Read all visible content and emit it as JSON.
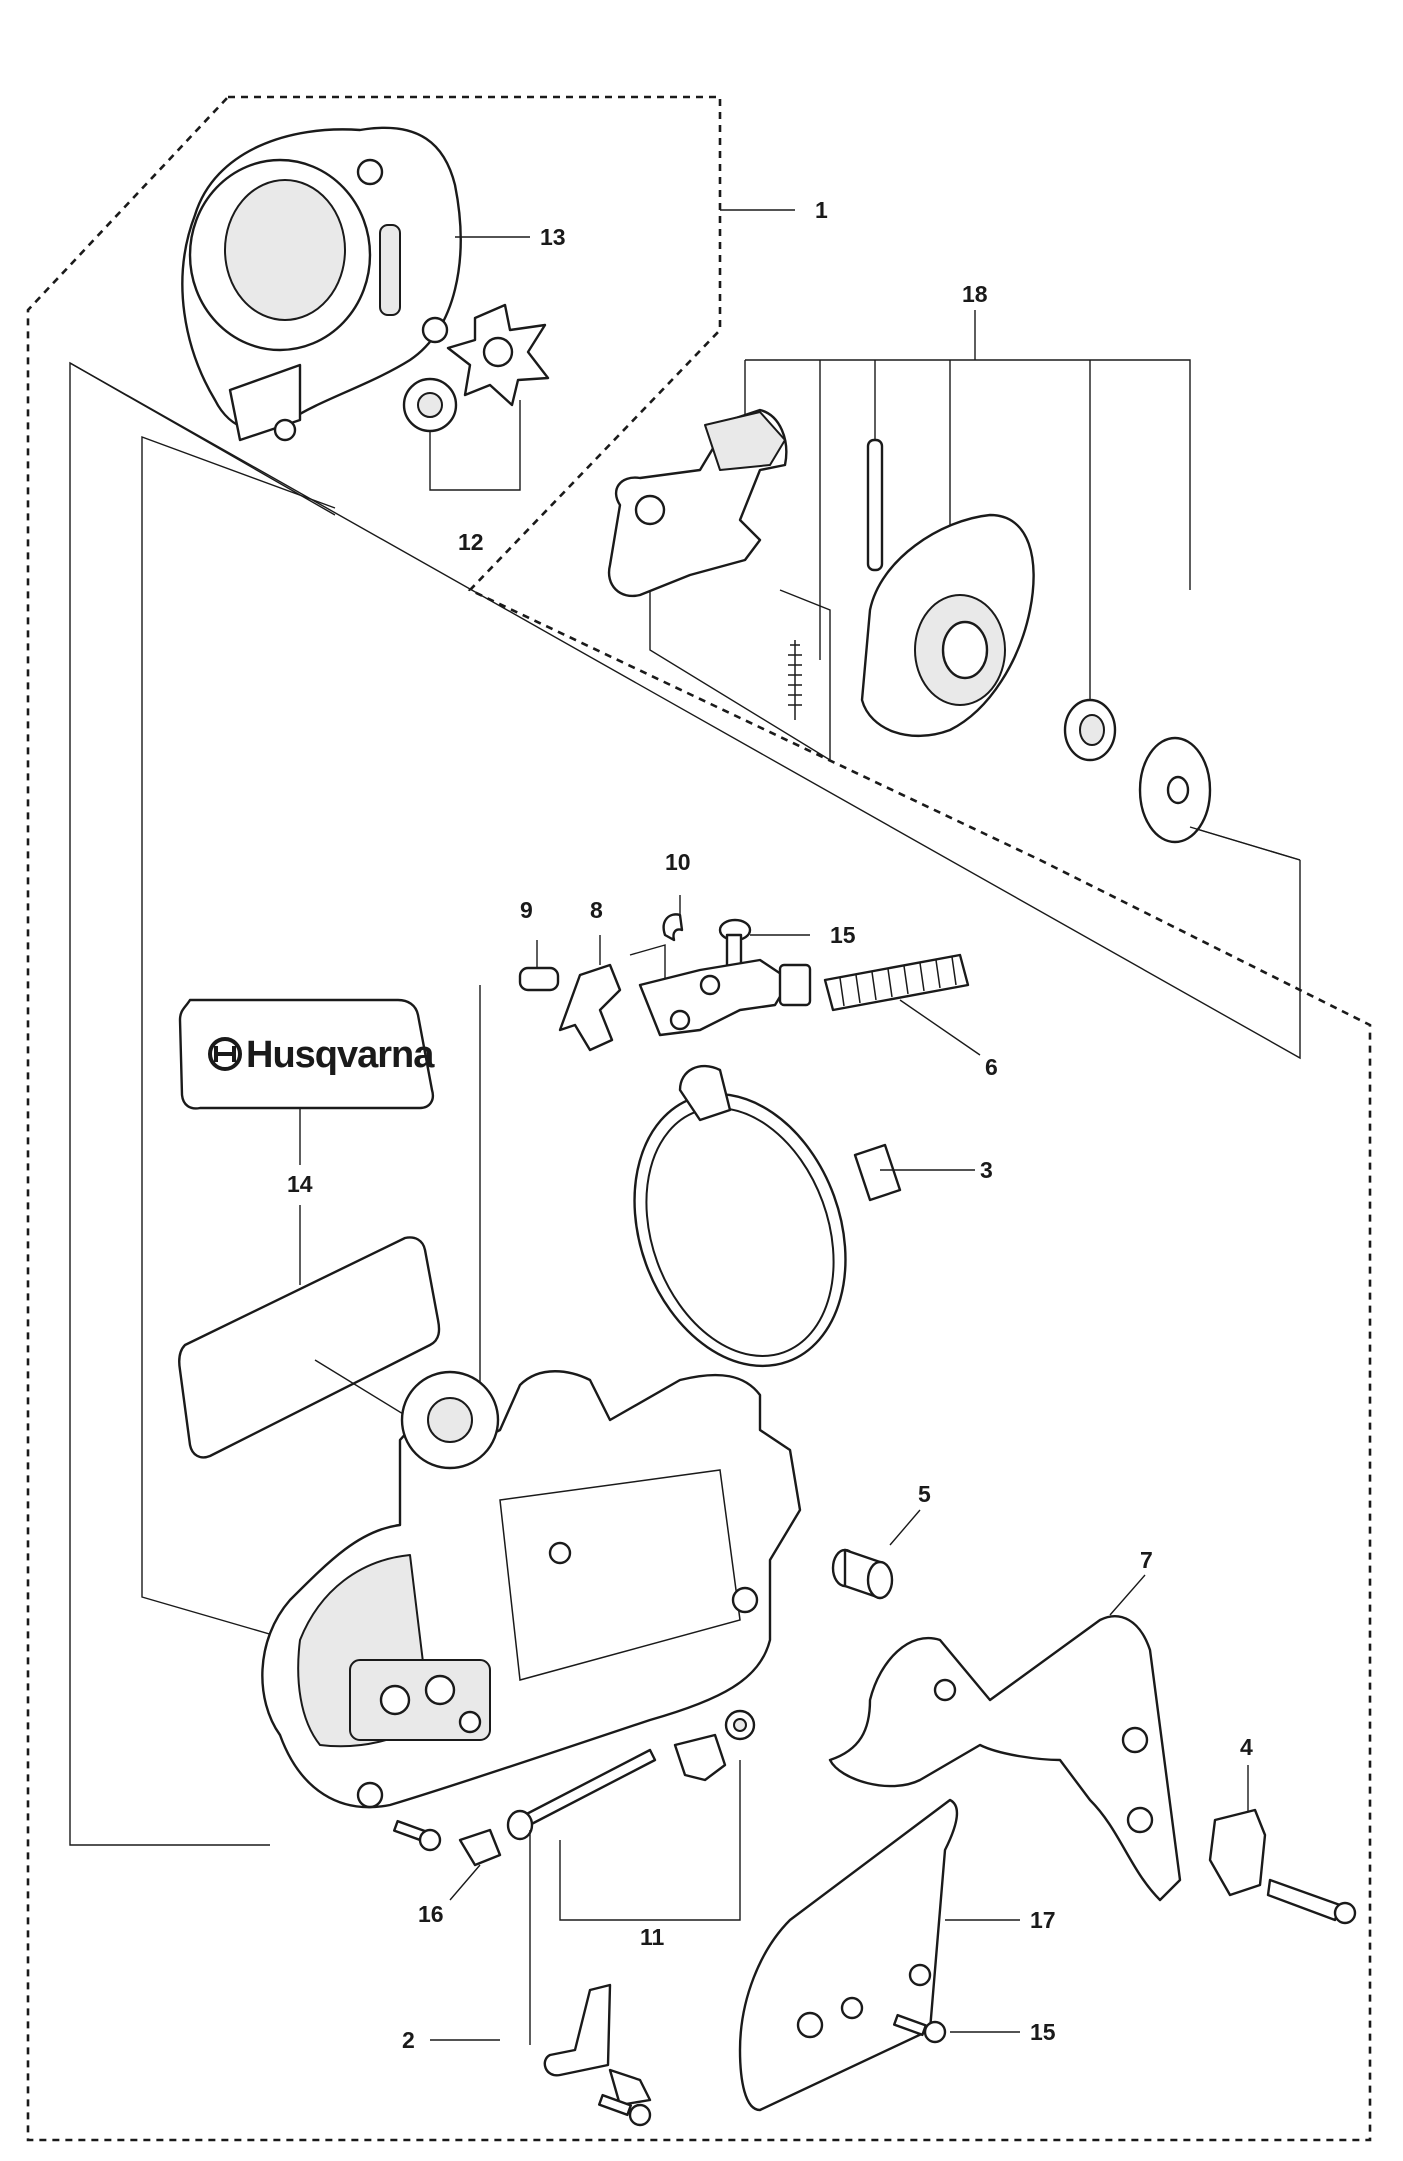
{
  "diagram": {
    "callouts": {
      "c1": "1",
      "c2": "2",
      "c3": "3",
      "c4": "4",
      "c5": "5",
      "c6": "6",
      "c7": "7",
      "c8": "8",
      "c9": "9",
      "c10": "10",
      "c11": "11",
      "c12": "12",
      "c13": "13",
      "c14": "14",
      "c15a": "15",
      "c15b": "15",
      "c16": "16",
      "c17": "17",
      "c18": "18"
    },
    "logo_text": "Husqvarna"
  }
}
